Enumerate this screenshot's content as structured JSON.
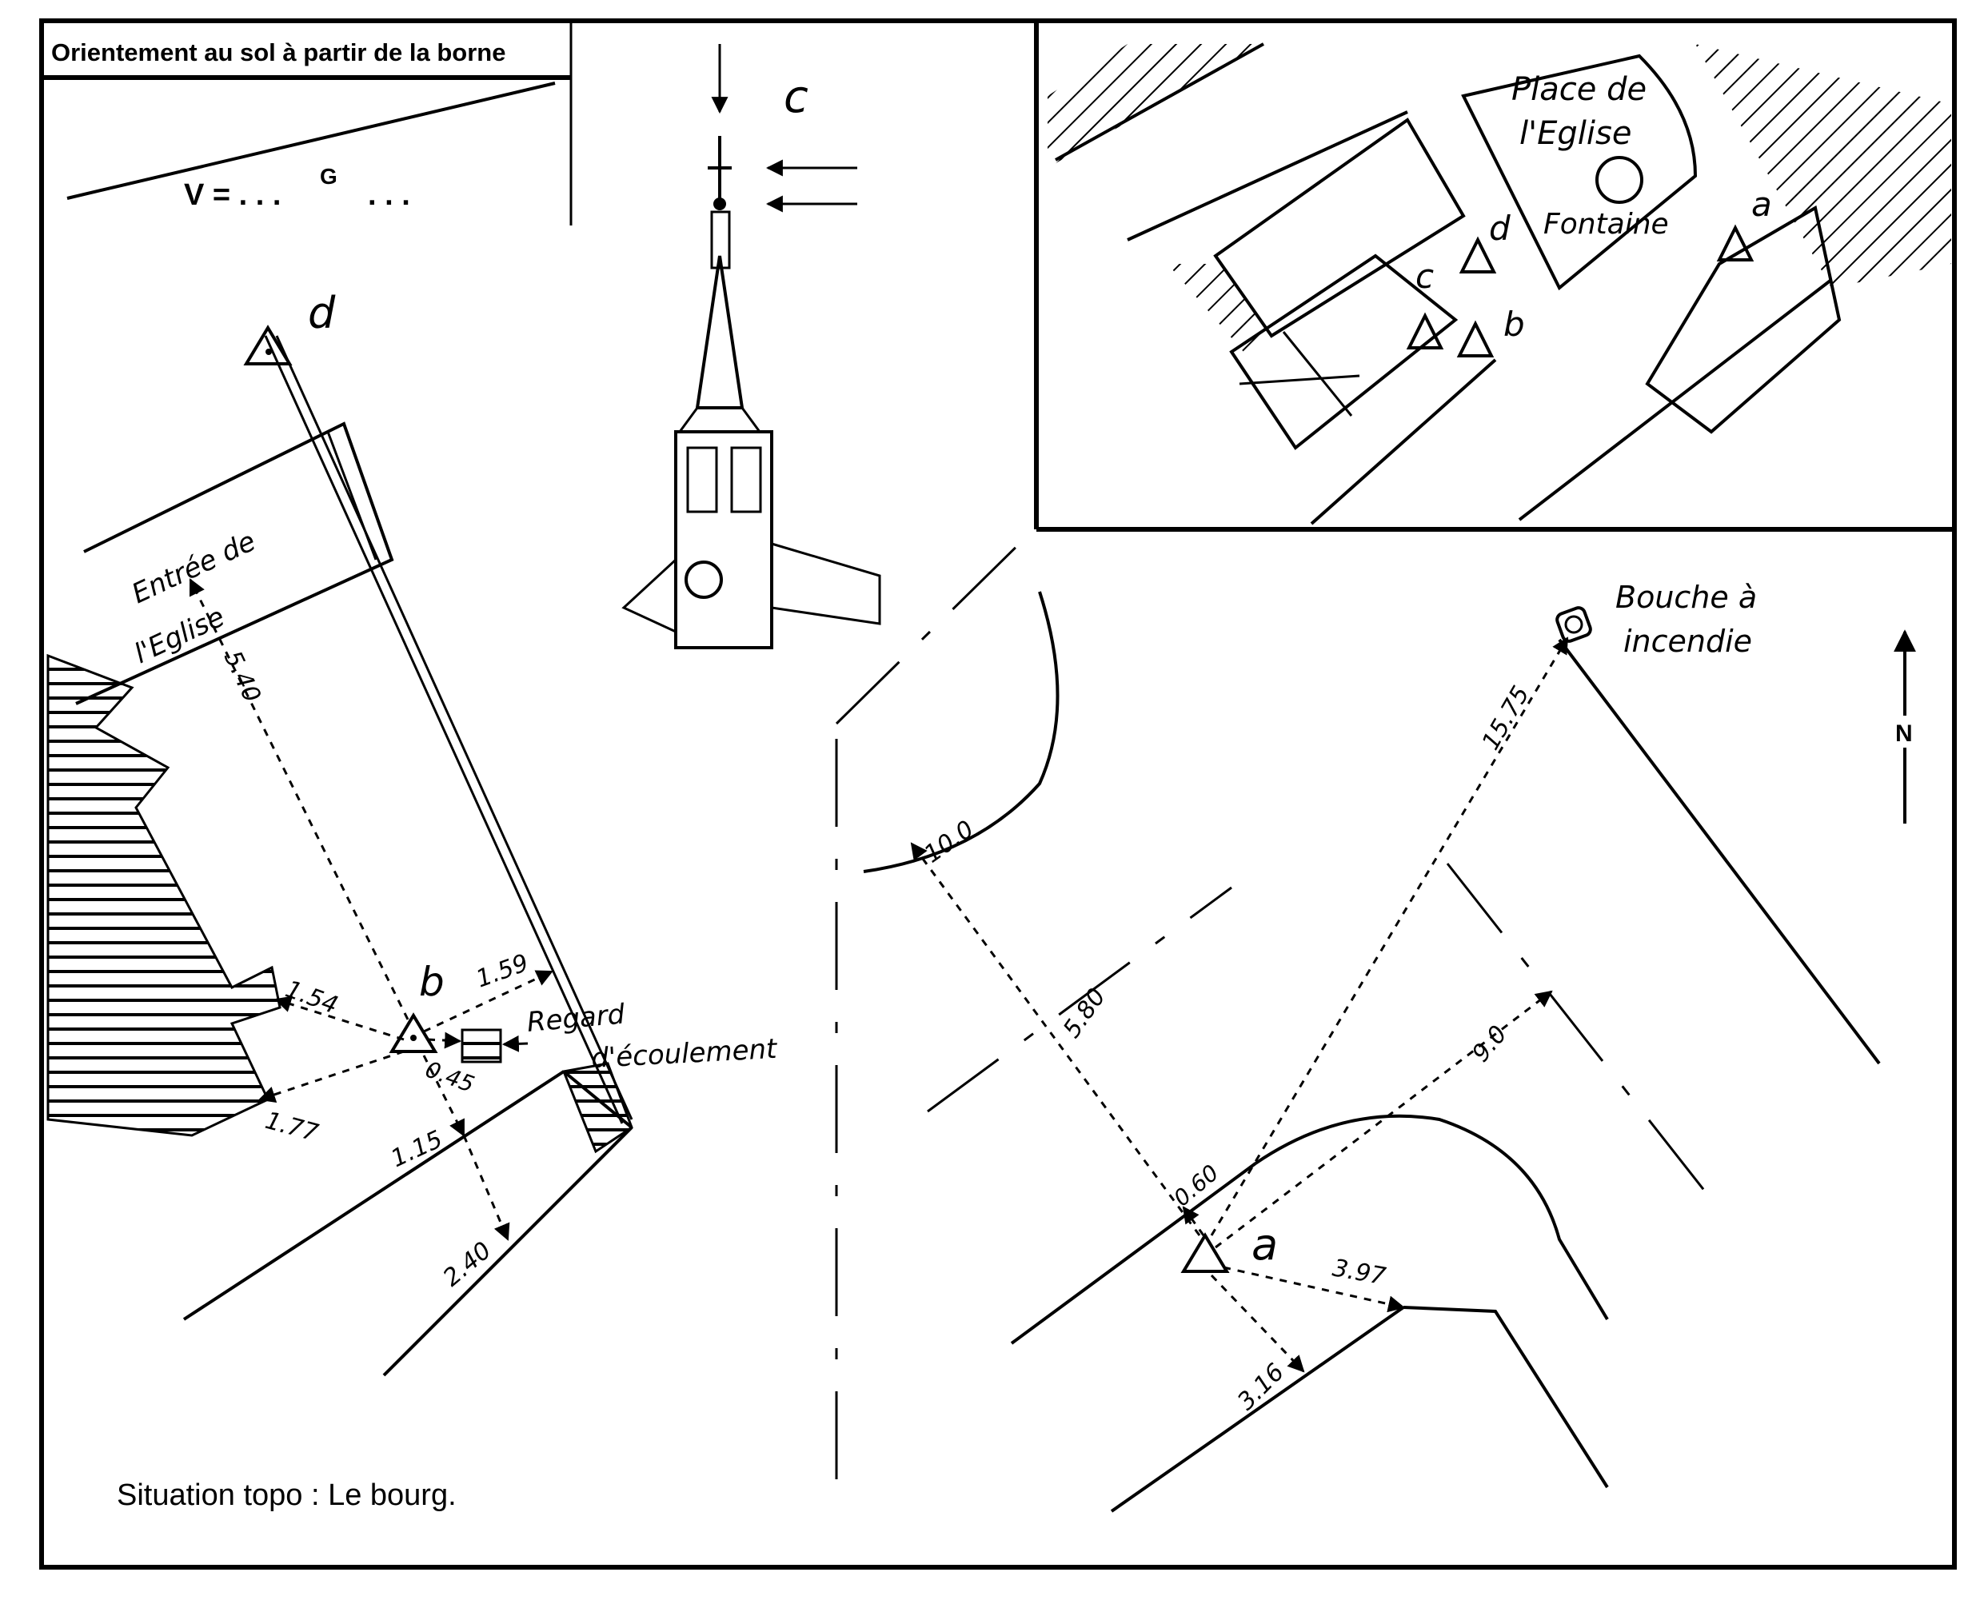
{
  "header": {
    "orientation_title": "Orientement au sol à partir de la borne",
    "v_prefix": "V = . . .",
    "v_superscript": "G",
    "v_suffix": ". . ."
  },
  "footer": {
    "situation": "Situation topo : Le bourg."
  },
  "north_arrow": {
    "label": "N"
  },
  "steeple": {
    "label": "c"
  },
  "overview_map": {
    "square_label_1": "Place de",
    "square_label_2": "l'Eglise",
    "fountain_label": "Fontaine",
    "markers": [
      "d",
      "c",
      "b",
      "a"
    ]
  },
  "left_detail": {
    "marker_d": "d",
    "marker_b": "b",
    "entrance_label_1": "Entrée de",
    "entrance_label_2": "l'Eglise",
    "drain_label_1": "Regard",
    "drain_label_2": "d'écoulement",
    "measurements": [
      "5.40",
      "1.54",
      "1.59",
      "0.45",
      "1.77",
      "1.15",
      "2.40"
    ]
  },
  "right_detail": {
    "marker_a": "a",
    "hydrant_label_1": "Bouche à",
    "hydrant_label_2": "incendie",
    "measurements": [
      "15.75",
      "10.0",
      "5.80",
      "9.0",
      "0.60",
      "3.97",
      "3.16"
    ]
  },
  "colors": {
    "ink": "#000000",
    "paper": "#ffffff"
  },
  "icons": [
    "survey-marker-icon",
    "north-arrow-icon",
    "fire-hydrant-icon",
    "drain-grate-icon",
    "church-steeple-icon",
    "fountain-icon"
  ]
}
